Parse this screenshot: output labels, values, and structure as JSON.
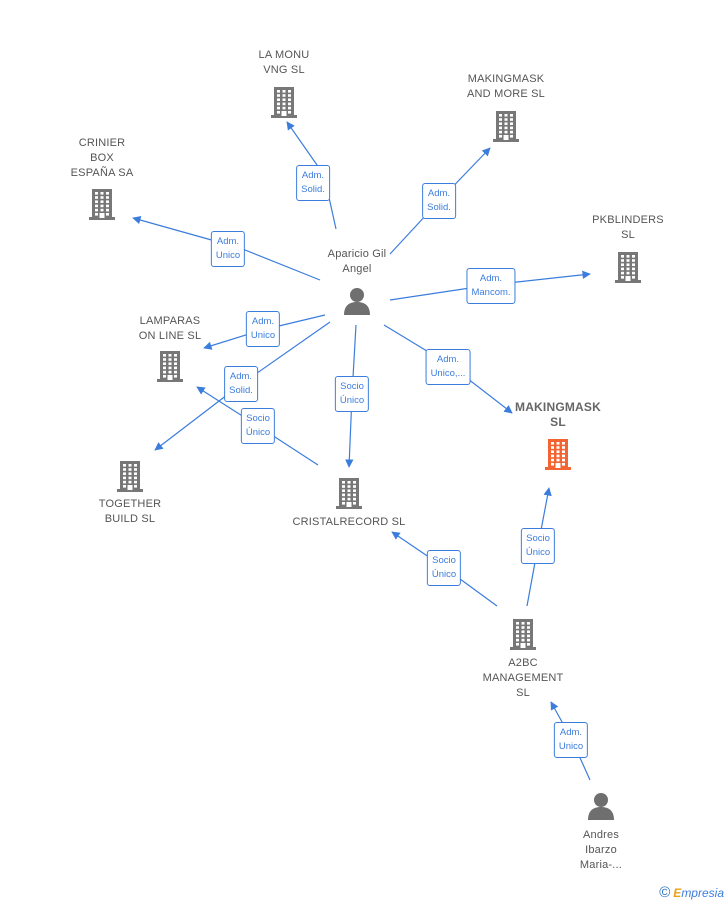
{
  "colors": {
    "edge": "#3b7ddd",
    "building": "#777777",
    "building_focus": "#f26532",
    "person": "#6f6f6f"
  },
  "nodes": [
    {
      "id": "la_monu",
      "type": "company",
      "label": [
        "LA MONU",
        "VNG  SL"
      ]
    },
    {
      "id": "makingmask_more",
      "type": "company",
      "label": [
        "MAKINGMASK",
        "AND MORE  SL"
      ]
    },
    {
      "id": "crinier",
      "type": "company",
      "label": [
        "CRINIER",
        "BOX",
        "ESPAÑA SA"
      ]
    },
    {
      "id": "pkblinders",
      "type": "company",
      "label": [
        "PKBLINDERS",
        "SL"
      ]
    },
    {
      "id": "aparicio",
      "type": "person",
      "label": [
        "Aparicio Gil",
        "Angel"
      ]
    },
    {
      "id": "lamparas",
      "type": "company",
      "label": [
        "LAMPARAS",
        "ON LINE  SL"
      ]
    },
    {
      "id": "makingmask_sl",
      "type": "company",
      "focus": true,
      "label": [
        "MAKINGMASK",
        "SL"
      ]
    },
    {
      "id": "together",
      "type": "company",
      "label": [
        "TOGETHER",
        "BUILD  SL"
      ]
    },
    {
      "id": "cristalrecord",
      "type": "company",
      "label": [
        "CRISTALRECORD SL"
      ]
    },
    {
      "id": "a2bc",
      "type": "company",
      "label": [
        "A2BC",
        "MANAGEMENT",
        "SL"
      ]
    },
    {
      "id": "andres",
      "type": "person",
      "label": [
        "Andres",
        "Ibarzo",
        "Maria-..."
      ]
    }
  ],
  "edges": [
    {
      "from": "aparicio",
      "to": "la_monu",
      "label": [
        "Adm.",
        "Solid."
      ]
    },
    {
      "from": "aparicio",
      "to": "makingmask_more",
      "label": [
        "Adm.",
        "Solid."
      ]
    },
    {
      "from": "aparicio",
      "to": "crinier",
      "label": [
        "Adm.",
        "Unico"
      ]
    },
    {
      "from": "aparicio",
      "to": "pkblinders",
      "label": [
        "Adm.",
        "Mancom."
      ]
    },
    {
      "from": "aparicio",
      "to": "lamparas",
      "label": [
        "Adm.",
        "Unico"
      ]
    },
    {
      "from": "aparicio",
      "to": "makingmask_sl",
      "label": [
        "Adm.",
        "Unico,..."
      ]
    },
    {
      "from": "aparicio",
      "to": "together",
      "label": [
        "Adm.",
        "Solid."
      ]
    },
    {
      "from": "aparicio",
      "to": "cristalrecord",
      "label": [
        "Socio",
        "Único"
      ]
    },
    {
      "from": "cristalrecord",
      "to": "lamparas",
      "label": [
        "Socio",
        "Único"
      ]
    },
    {
      "from": "a2bc",
      "to": "cristalrecord",
      "label": [
        "Socio",
        "Único"
      ]
    },
    {
      "from": "a2bc",
      "to": "makingmask_sl",
      "label": [
        "Socio",
        "Único"
      ]
    },
    {
      "from": "andres",
      "to": "a2bc",
      "label": [
        "Adm.",
        "Unico"
      ]
    }
  ],
  "brand": {
    "symbol": "©",
    "first_letter": "E",
    "rest": "mpresia"
  }
}
